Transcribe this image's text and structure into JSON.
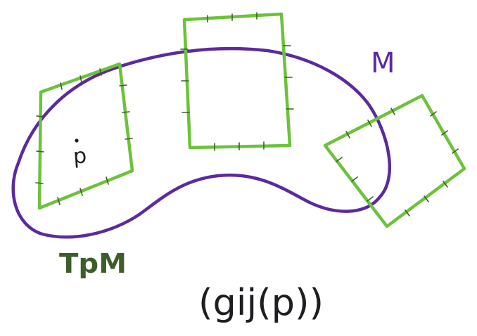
{
  "labels": {
    "manifold": "M",
    "point": "p",
    "tangent_space": "TpM",
    "metric": "(gij(p))"
  },
  "colors": {
    "manifold_outline": "#5b2a9e",
    "tangent_planes": "#6cc23a",
    "tick_marks": "#3f5d2a",
    "ink": "#1e1e22",
    "background": "#ffffff"
  }
}
